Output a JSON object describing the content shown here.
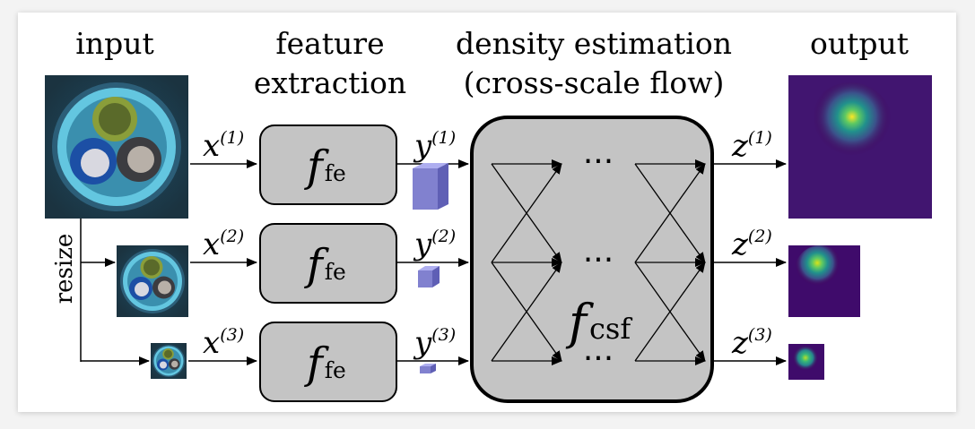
{
  "headers": {
    "input": "input",
    "feature_l1": "feature",
    "feature_l2": "extraction",
    "density_l1": "density estimation",
    "density_l2": "(cross-scale flow)",
    "output": "output"
  },
  "resize_label": "resize",
  "inputs": [
    {
      "var": "x",
      "sup": "(1)"
    },
    {
      "var": "x",
      "sup": "(2)"
    },
    {
      "var": "x",
      "sup": "(3)"
    }
  ],
  "features": [
    {
      "var": "y",
      "sup": "(1)"
    },
    {
      "var": "y",
      "sup": "(2)"
    },
    {
      "var": "y",
      "sup": "(3)"
    }
  ],
  "outputs": [
    {
      "var": "z",
      "sup": "(1)"
    },
    {
      "var": "z",
      "sup": "(2)"
    },
    {
      "var": "z",
      "sup": "(3)"
    }
  ],
  "fe_block": {
    "symbol": "f",
    "subscript": "fe"
  },
  "csf_block": {
    "symbol": "f",
    "subscript": "csf",
    "ellipsis": "···"
  },
  "colors": {
    "block_fill": "#c4c4c4",
    "cube_front": "#8181cf",
    "cube_top": "#aeaef0",
    "cube_side": "#5f5fb5",
    "heatmap_bg": "#3f0b6b"
  }
}
